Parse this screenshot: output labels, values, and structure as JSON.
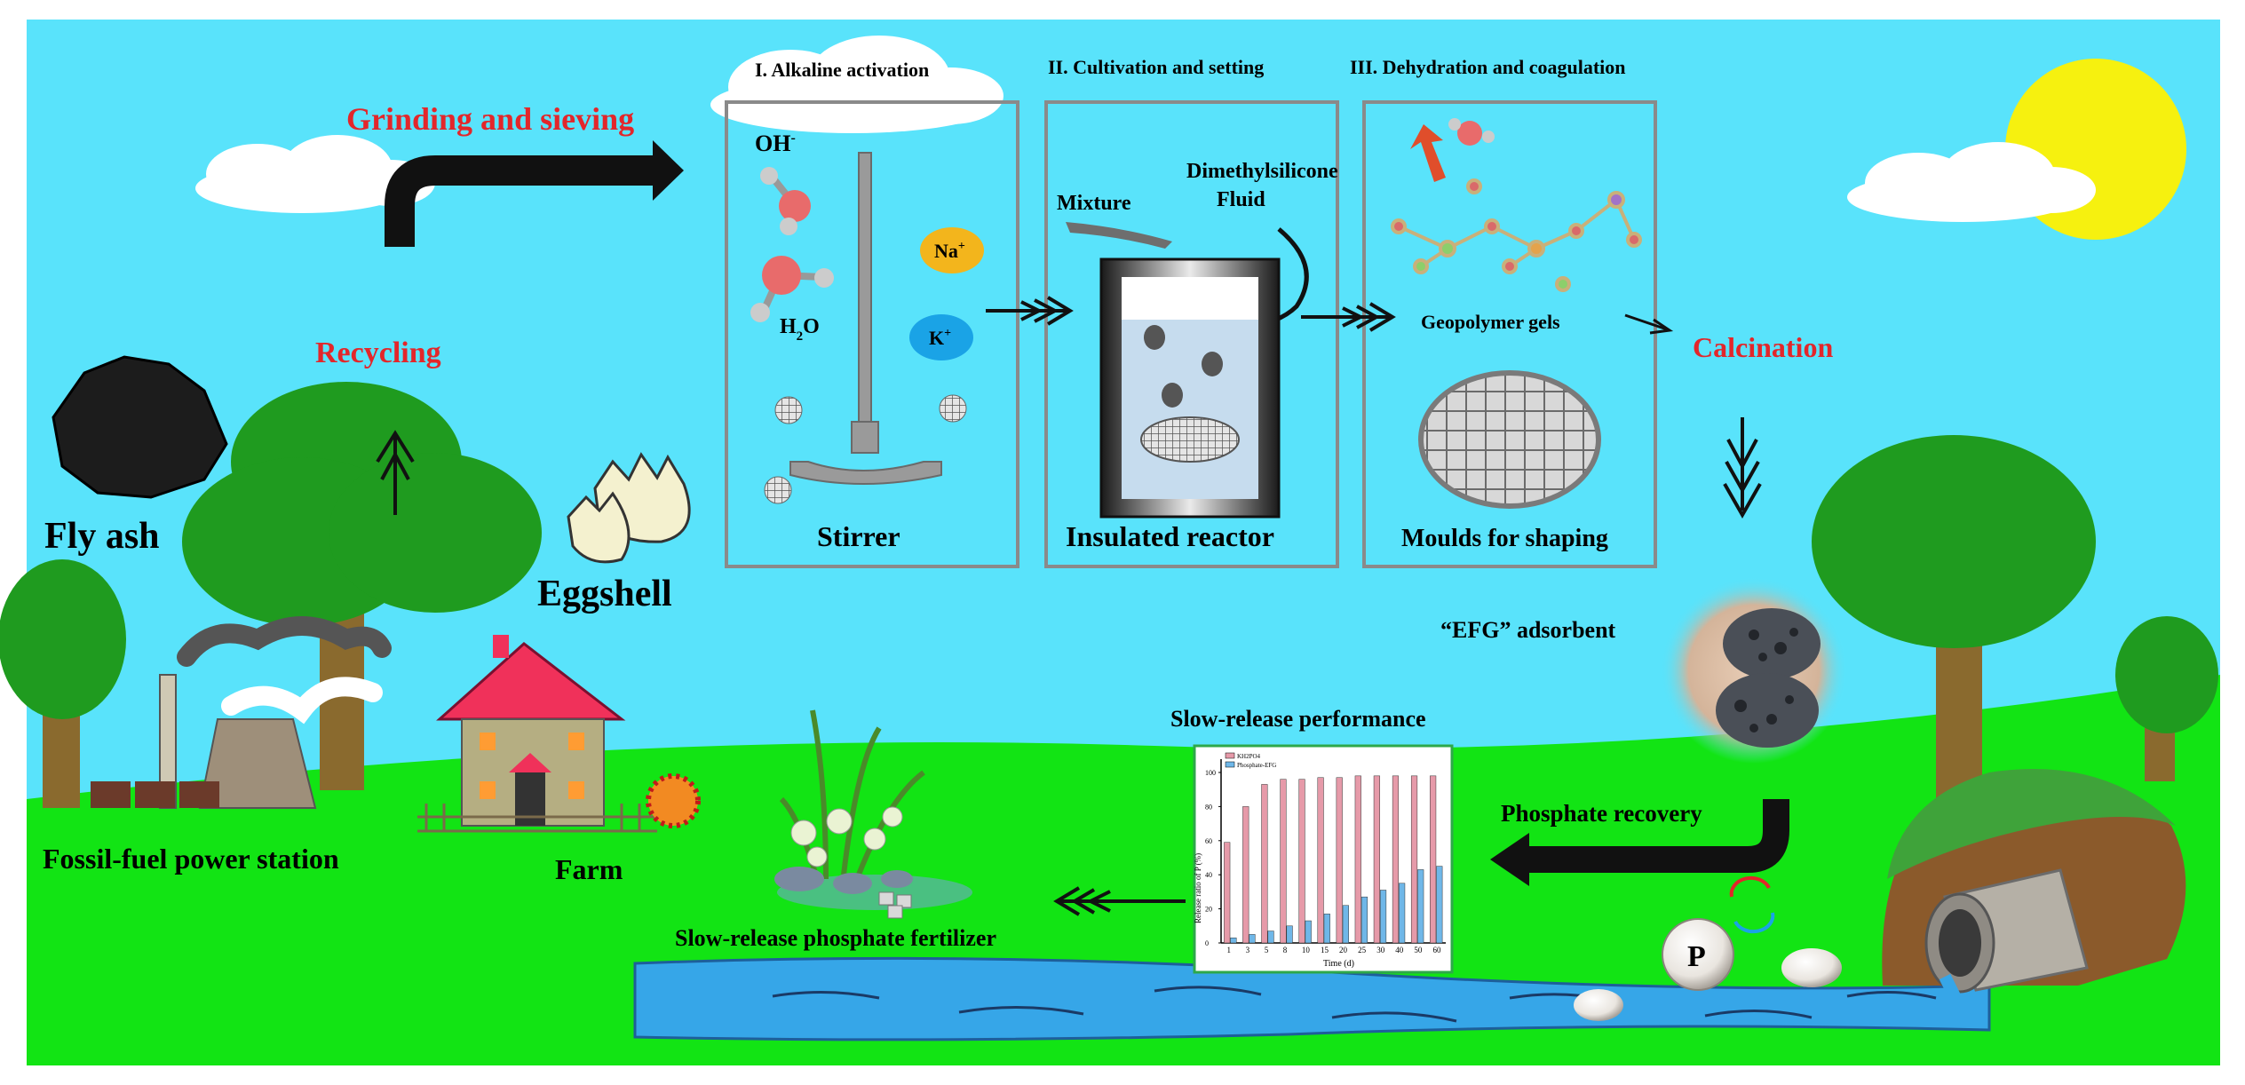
{
  "colors": {
    "sky": "#59e3fb",
    "grass": "#12e414",
    "river": "#36a6e8",
    "sun": "#f6f10f",
    "red_label": "#e3262a",
    "tree_green": "#1f9b1f",
    "trunk": "#8a6a2e",
    "house_roof": "#f0315a",
    "bar_pink": "#e69aa9",
    "bar_blue": "#6fb7e8"
  },
  "labels": {
    "stage1": "I. Alkaline activation",
    "stage2": "II. Cultivation and setting",
    "stage3": "III. Dehydration and coagulation",
    "grinding": "Grinding and sieving",
    "recycling": "Recycling",
    "fly_ash": "Fly ash",
    "eggshell": "Eggshell",
    "power_station": "Fossil-fuel power station",
    "farm": "Farm",
    "oh": "OH",
    "oh_sup": "-",
    "h2o_h": "H",
    "h2o_sub": "2",
    "h2o_o": "O",
    "na": "Na",
    "na_sup": "+",
    "k": "K",
    "k_sup": "+",
    "stirrer": "Stirrer",
    "mixture": "Mixture",
    "dms1": "Dimethylsilicone",
    "dms2": "Fluid",
    "reactor": "Insulated reactor",
    "gels": "Geopolymer gels",
    "moulds": "Moulds for shaping",
    "calcination": "Calcination",
    "efg": "“EFG” adsorbent",
    "phosphate_recovery": "Phosphate recovery",
    "slow_release_perf": "Slow-release performance",
    "fertilizer": "Slow-release phosphate fertilizer",
    "p_ball": "P"
  },
  "chart_data": {
    "type": "bar",
    "title": "",
    "xlabel": "Time (d)",
    "ylabel": "Release ratio of P (%)",
    "ylim": [
      0,
      100
    ],
    "yticks": [
      0,
      20,
      40,
      60,
      80,
      100
    ],
    "categories": [
      "1",
      "3",
      "5",
      "8",
      "10",
      "15",
      "20",
      "25",
      "30",
      "40",
      "50",
      "60"
    ],
    "grid": false,
    "legend": "top-left",
    "series": [
      {
        "name": "KH2PO4",
        "color": "#e69aa9",
        "values": [
          59,
          80,
          93,
          96,
          96,
          97,
          97,
          98,
          98,
          98,
          98,
          98
        ]
      },
      {
        "name": "Phosphate-EFG",
        "color": "#6fb7e8",
        "values": [
          3,
          5,
          7,
          10,
          13,
          17,
          22,
          27,
          31,
          35,
          43,
          45
        ]
      }
    ]
  }
}
